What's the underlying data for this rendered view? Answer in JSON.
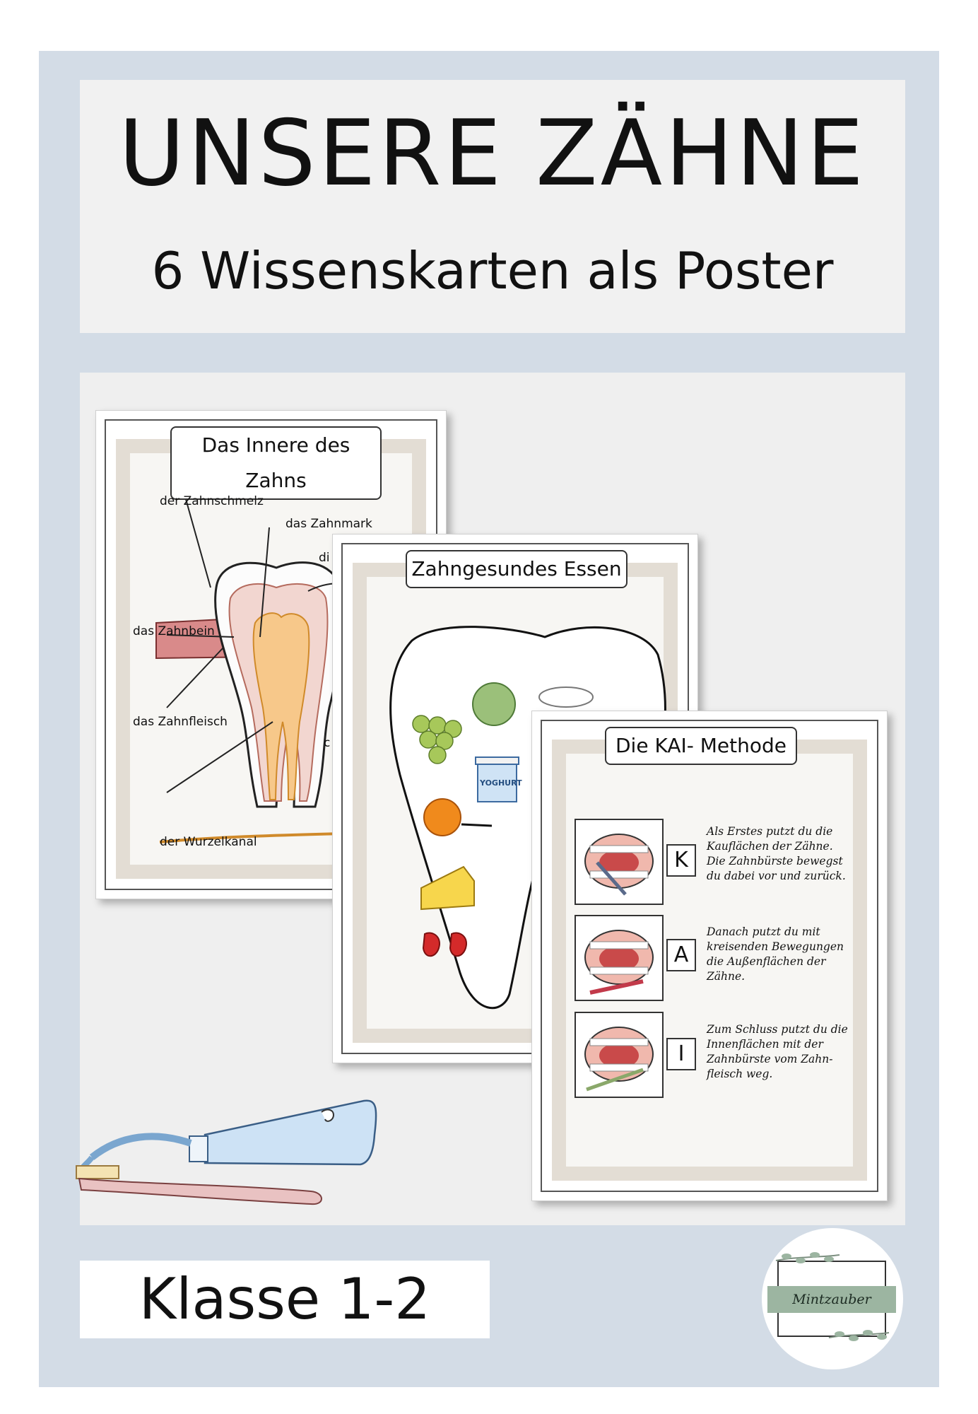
{
  "header": {
    "title": "UNSERE ZÄHNE",
    "subtitle": "6 Wissenskarten als Poster"
  },
  "card1": {
    "title": "Das Innere des Zahns",
    "labels": {
      "zahnschmelz": "der Zahnschmelz",
      "zahnmark": "das Zahnmark",
      "zahnbein": "das Zahnbein",
      "zahnfleisch": "das Zahnfleisch",
      "wurzelkanal": "der Wurzelkanal",
      "partial1": "di",
      "partial2": "c"
    }
  },
  "card2": {
    "title": "Zahngesundes Essen",
    "yoghurt": "YOGHURT"
  },
  "card3": {
    "title": "Die KAI- Methode",
    "steps": [
      {
        "letter": "K",
        "text": "Als Erstes putzt du die Kauflächen der Zähne. Die Zahnbürste bewegst du dabei vor und zurück."
      },
      {
        "letter": "A",
        "text": "Danach putzt du mit kreisenden Bewegungen die Außenflächen der Zähne."
      },
      {
        "letter": "I",
        "text": "Zum Schluss putzt du die Innenflächen mit der Zahnbürste vom Zahn-fleisch weg."
      }
    ]
  },
  "footer": {
    "klasse": "Klasse 1-2",
    "logo": "Mintzauber"
  },
  "colors": {
    "frame": "#d3dce6",
    "band": "#e3ddd4",
    "logo_band": "#9cb5a1"
  }
}
